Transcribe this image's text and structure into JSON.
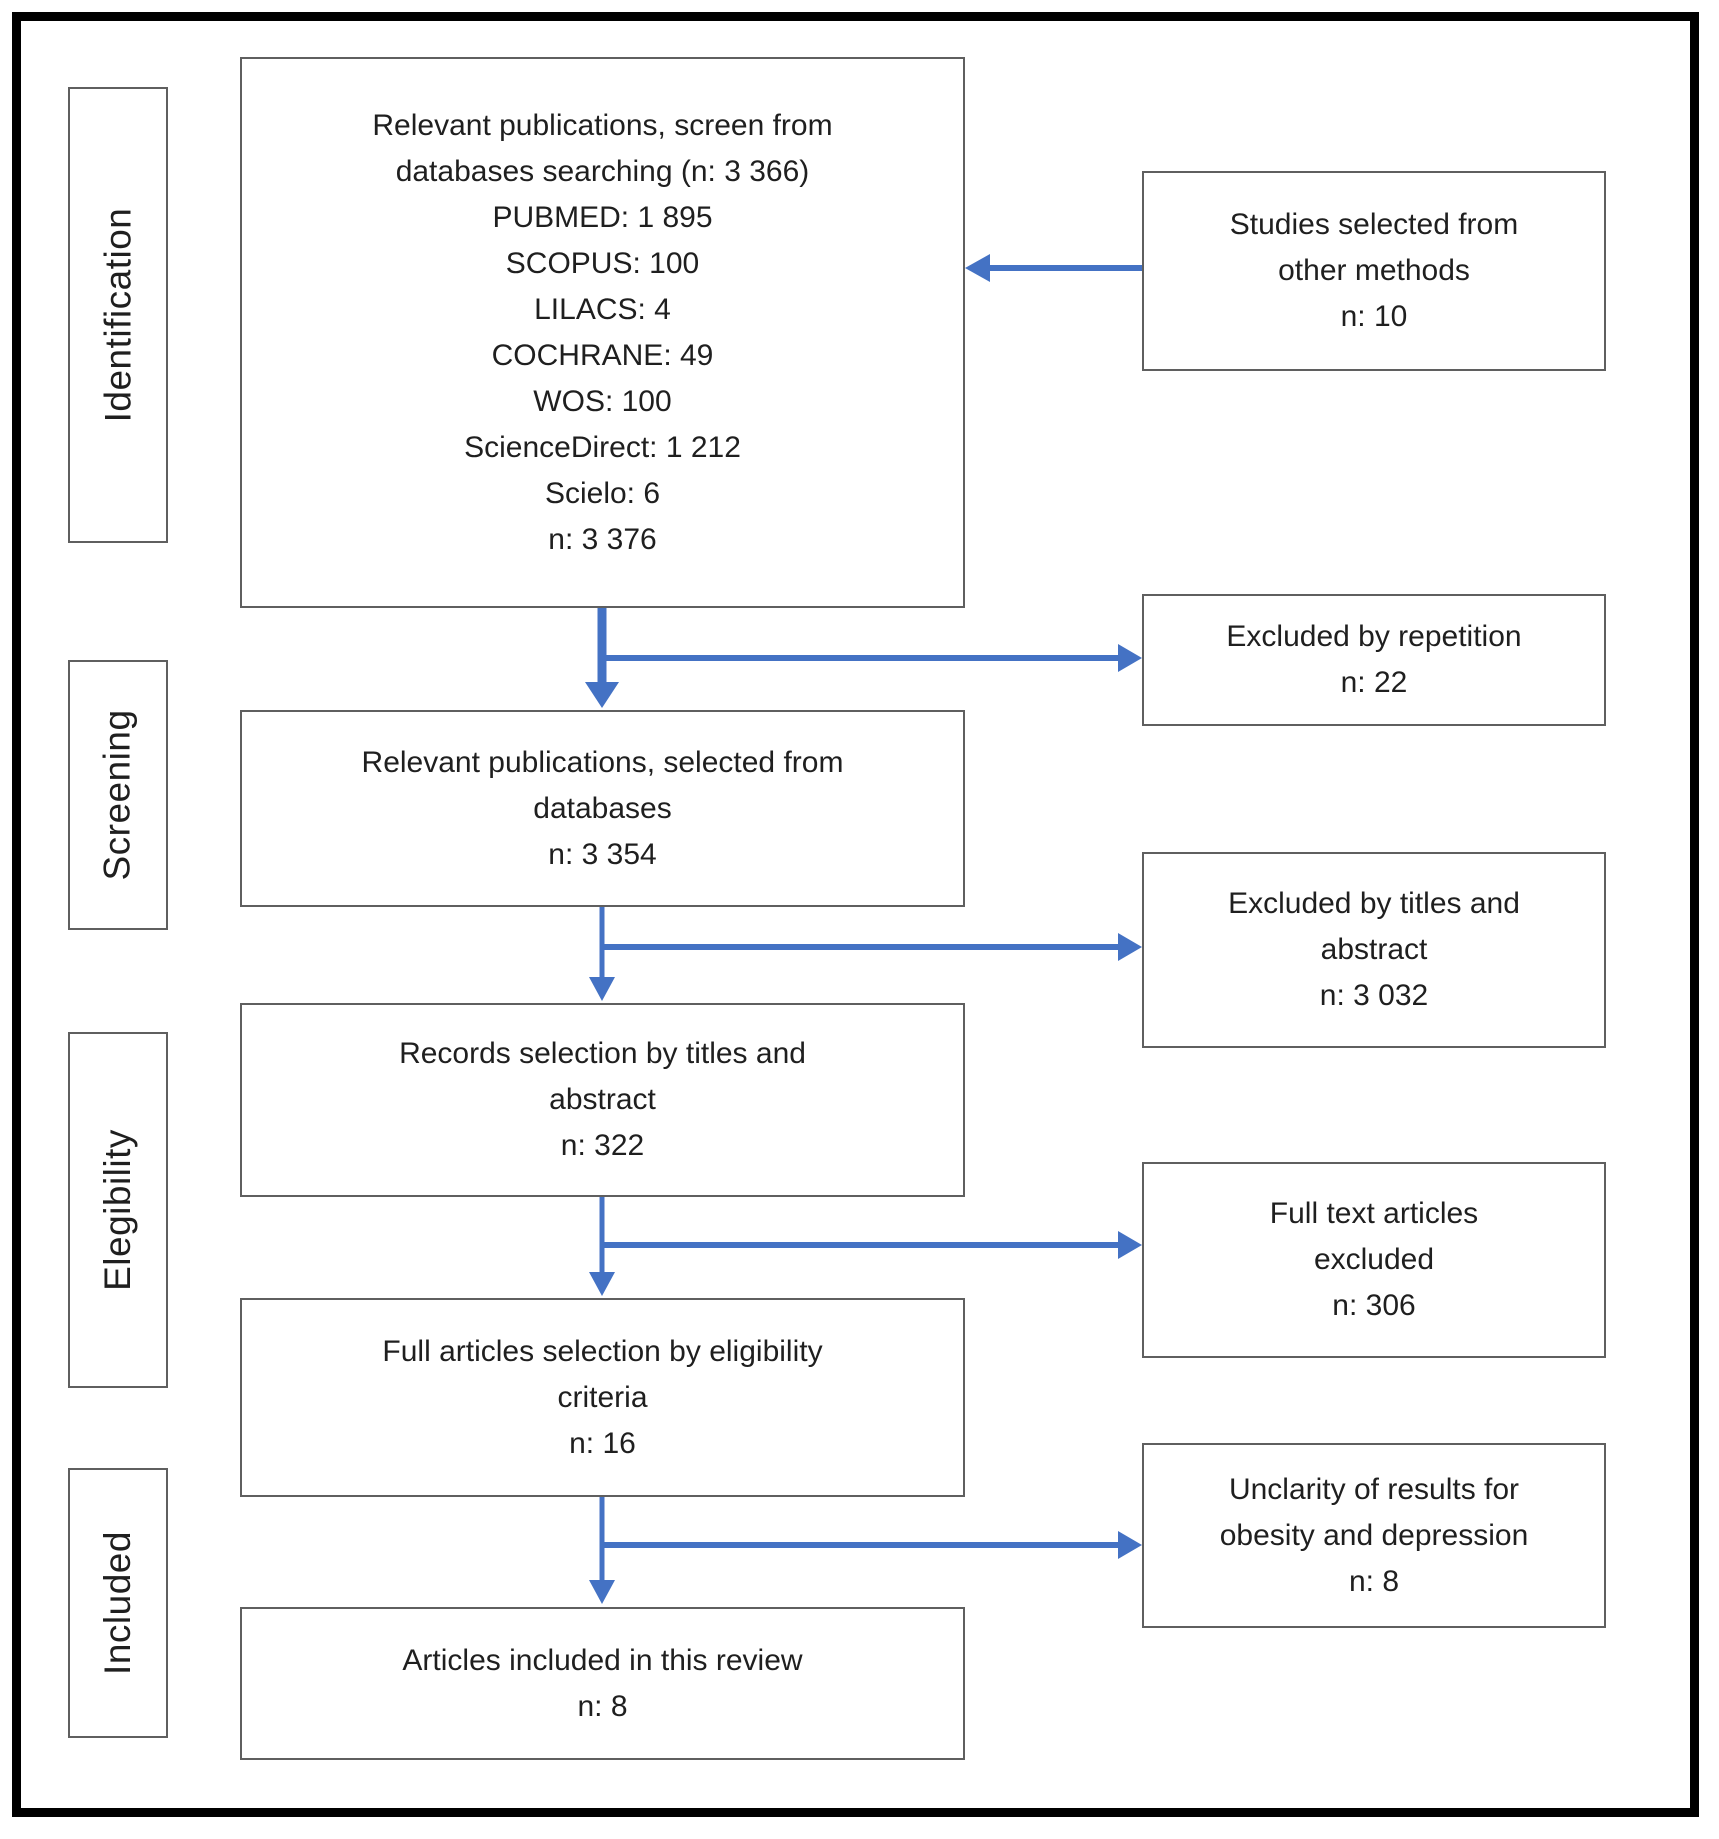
{
  "stages": {
    "identification": "Identification",
    "screening": "Screening",
    "elegibility": "Elegibility",
    "included": "Included"
  },
  "main_flow": {
    "screened": {
      "lines": [
        "Relevant publications, screen from",
        "databases searching (n: 3 366)",
        "PUBMED: 1 895",
        "SCOPUS: 100",
        "LILACS: 4",
        "COCHRANE: 49",
        "WOS: 100",
        "ScienceDirect: 1 212",
        "Scielo: 6",
        "n: 3 376"
      ]
    },
    "selected": {
      "lines": [
        "Relevant publications, selected from",
        "databases",
        "n: 3 354"
      ]
    },
    "records": {
      "lines": [
        "Records selection by titles and",
        "abstract",
        "n: 322"
      ]
    },
    "full_articles": {
      "lines": [
        "Full articles selection by eligibility",
        "criteria",
        "n: 16"
      ]
    },
    "included": {
      "lines": [
        "Articles included in this review",
        "n: 8"
      ]
    }
  },
  "side_flow": {
    "other_methods": {
      "lines": [
        "Studies selected from",
        "other methods",
        "n: 10"
      ]
    },
    "repetition": {
      "lines": [
        "Excluded by repetition",
        "n: 22"
      ]
    },
    "titles_abstract": {
      "lines": [
        "Excluded by titles and",
        "abstract",
        "n: 3 032"
      ]
    },
    "full_text": {
      "lines": [
        "Full text articles",
        "excluded",
        "n: 306"
      ]
    },
    "unclarity": {
      "lines": [
        "Unclarity of results for",
        "obesity and depression",
        "n: 8"
      ]
    }
  },
  "colors": {
    "arrow_blue": "#4472c4",
    "box_border_gray": "#5f5f5f",
    "outer_border_black": "#000000",
    "text_black": "#1f1f1f"
  }
}
